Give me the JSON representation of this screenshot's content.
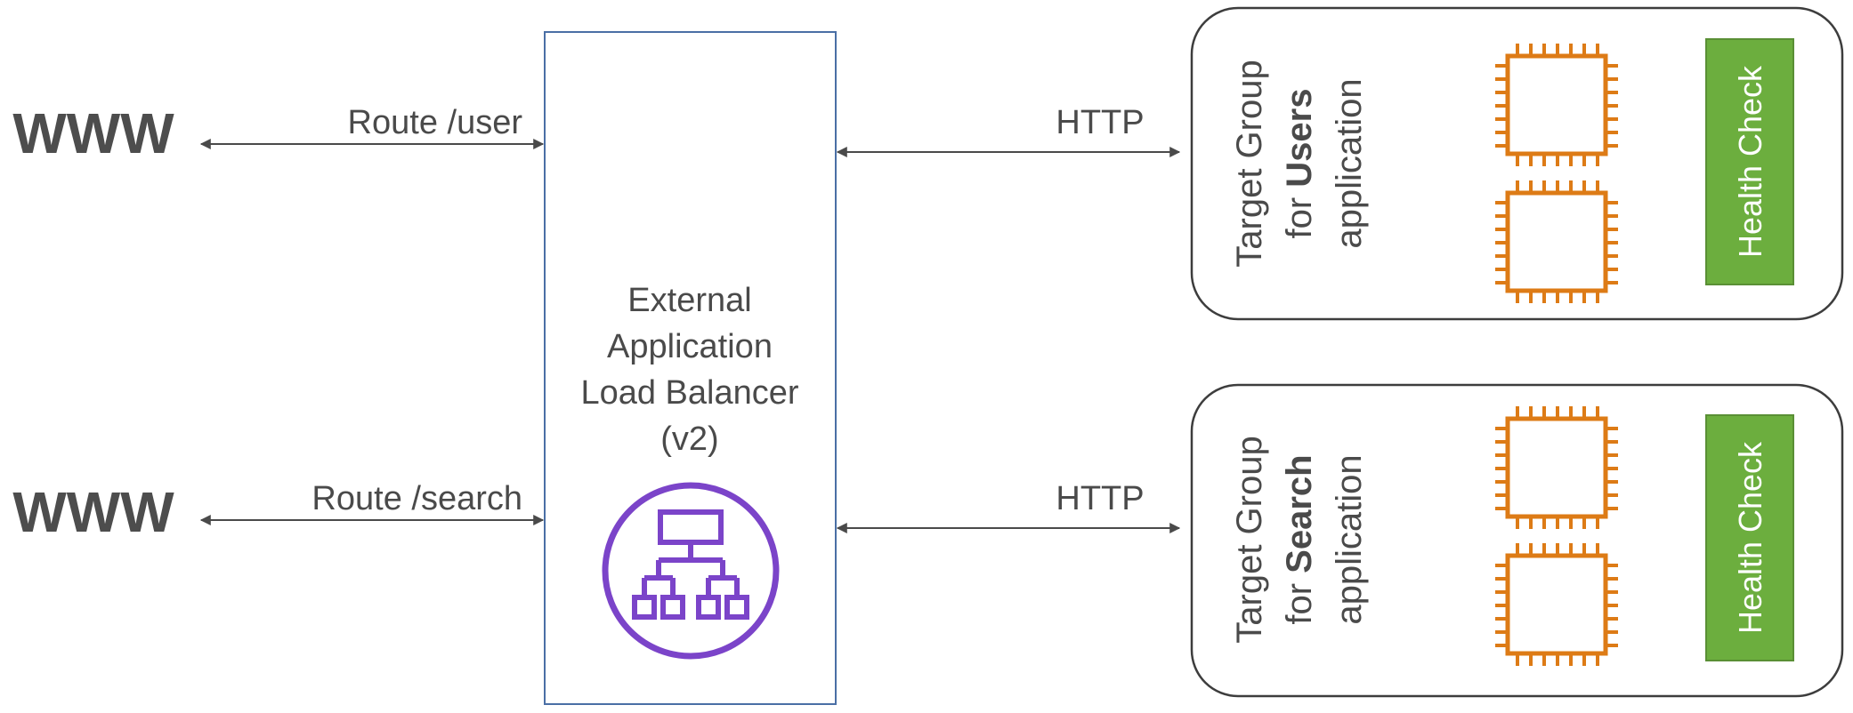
{
  "clients": [
    {
      "label": "WWW",
      "route": "Route /user"
    },
    {
      "label": "WWW",
      "route": "Route /search"
    }
  ],
  "load_balancer": {
    "lines": [
      "External",
      "Application",
      "Load Balancer",
      "(v2)"
    ],
    "icon": "application-load-balancer-icon"
  },
  "connections": [
    {
      "protocol": "HTTP"
    },
    {
      "protocol": "HTTP"
    }
  ],
  "target_groups": [
    {
      "line1": "Target Group",
      "line2_prefix": "for ",
      "line2_bold": "Users",
      "line3": "application",
      "health_check": "Health Check",
      "instance_icon": "ec2-instance-chip-icon"
    },
    {
      "line1": "Target Group",
      "line2_prefix": "for ",
      "line2_bold": "Search",
      "line3": "application",
      "health_check": "Health Check",
      "instance_icon": "ec2-instance-chip-icon"
    }
  ],
  "colors": {
    "alb_border": "#4a6fa5",
    "alb_icon": "#7b44c9",
    "instance": "#dd7b16",
    "health_check_fill": "#6cae3e",
    "health_check_border": "#5a8f35",
    "group_border": "#3d3d3d",
    "arrow": "#4a4a4a"
  }
}
